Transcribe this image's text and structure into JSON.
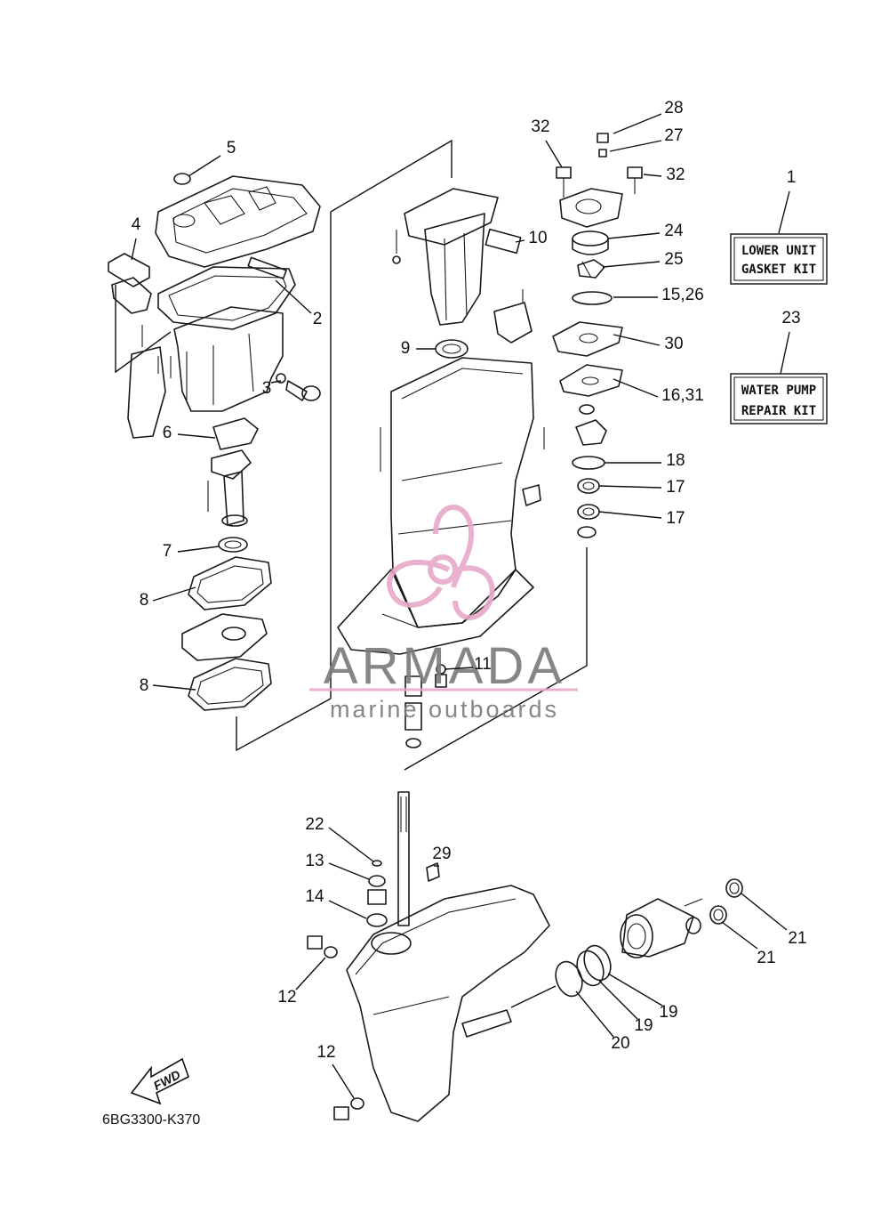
{
  "callouts": [
    {
      "text": "28"
    },
    {
      "text": "27"
    },
    {
      "text": "32"
    },
    {
      "text": "32"
    },
    {
      "text": "1"
    },
    {
      "text": "5"
    },
    {
      "text": "4"
    },
    {
      "text": "10"
    },
    {
      "text": "24"
    },
    {
      "text": "25"
    },
    {
      "text": "15,26"
    },
    {
      "text": "2"
    },
    {
      "text": "23"
    },
    {
      "text": "30"
    },
    {
      "text": "9"
    },
    {
      "text": "16,31"
    },
    {
      "text": "3"
    },
    {
      "text": "6"
    },
    {
      "text": "18"
    },
    {
      "text": "17"
    },
    {
      "text": "17"
    },
    {
      "text": "7"
    },
    {
      "text": "8"
    },
    {
      "text": "8"
    },
    {
      "text": "11"
    },
    {
      "text": "22"
    },
    {
      "text": "13"
    },
    {
      "text": "29"
    },
    {
      "text": "14"
    },
    {
      "text": "21"
    },
    {
      "text": "21"
    },
    {
      "text": "12"
    },
    {
      "text": "19"
    },
    {
      "text": "19"
    },
    {
      "text": "20"
    },
    {
      "text": "12"
    }
  ],
  "kits": {
    "lower_unit": {
      "line1": "LOWER UNIT",
      "line2": "GASKET KIT"
    },
    "water_pump": {
      "line1": "WATER PUMP",
      "line2": "REPAIR KIT"
    }
  },
  "fwd_label": "FWD",
  "diagram_code": "6BG3300-K370",
  "watermark": {
    "brand": "ARMADA",
    "tagline": "marine outboards",
    "accent_color": "#e8a9c9",
    "text_color": "#7a7a7a"
  }
}
